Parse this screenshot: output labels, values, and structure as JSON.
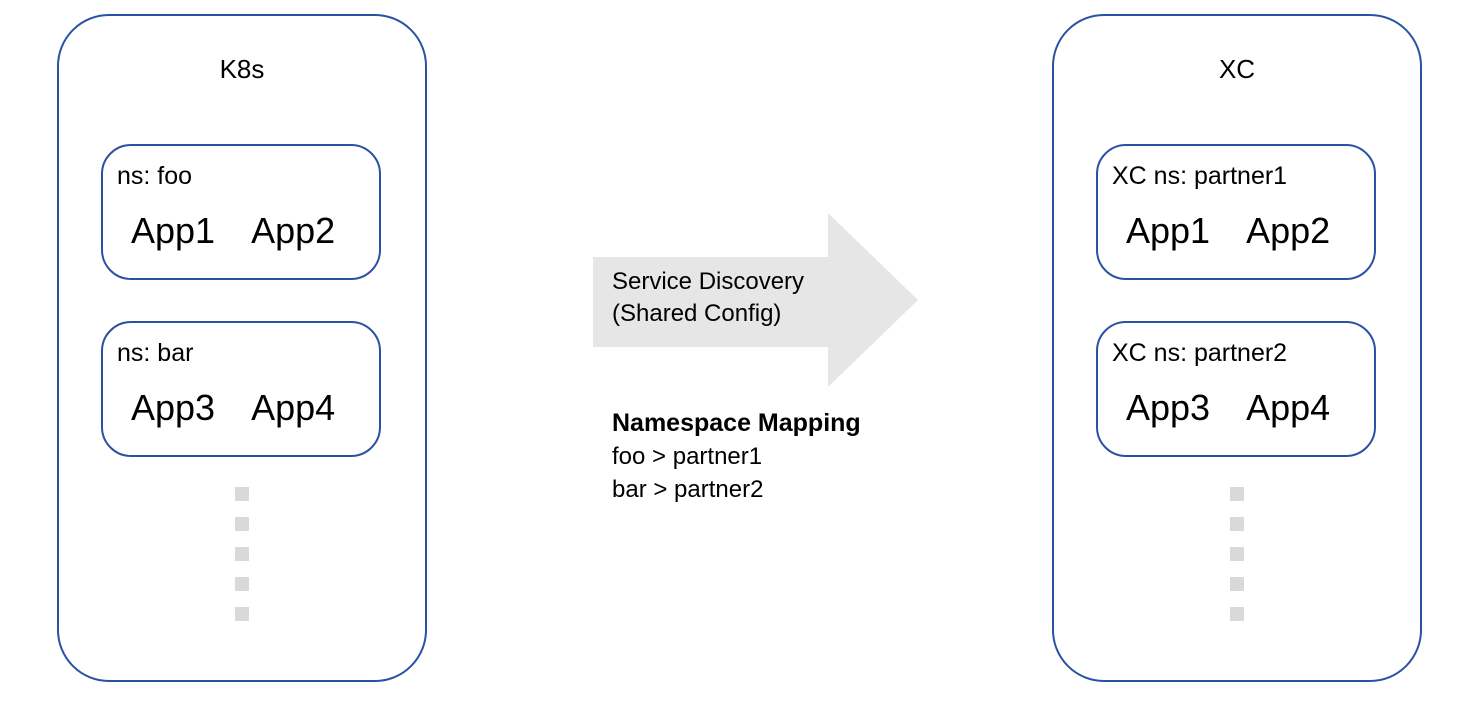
{
  "left_cluster": {
    "title": "K8s",
    "namespaces": [
      {
        "label": "ns: foo",
        "apps": [
          "App1",
          "App2"
        ]
      },
      {
        "label": "ns: bar",
        "apps": [
          "App3",
          "App4"
        ]
      }
    ],
    "ellipsis_dots": 5
  },
  "right_cluster": {
    "title": "XC",
    "namespaces": [
      {
        "label": "XC ns: partner1",
        "apps": [
          "App1",
          "App2"
        ]
      },
      {
        "label": "XC ns: partner2",
        "apps": [
          "App3",
          "App4"
        ]
      }
    ],
    "ellipsis_dots": 5
  },
  "arrow": {
    "label_line1": "Service Discovery",
    "label_line2": "(Shared Config)"
  },
  "mapping": {
    "title": "Namespace Mapping",
    "rows": [
      "foo > partner1",
      "bar > partner2"
    ]
  },
  "colors": {
    "border_blue": "#2a52a4",
    "arrow_gray": "#e6e6e6",
    "dot_gray": "#d9d9d9",
    "text": "#000000"
  }
}
